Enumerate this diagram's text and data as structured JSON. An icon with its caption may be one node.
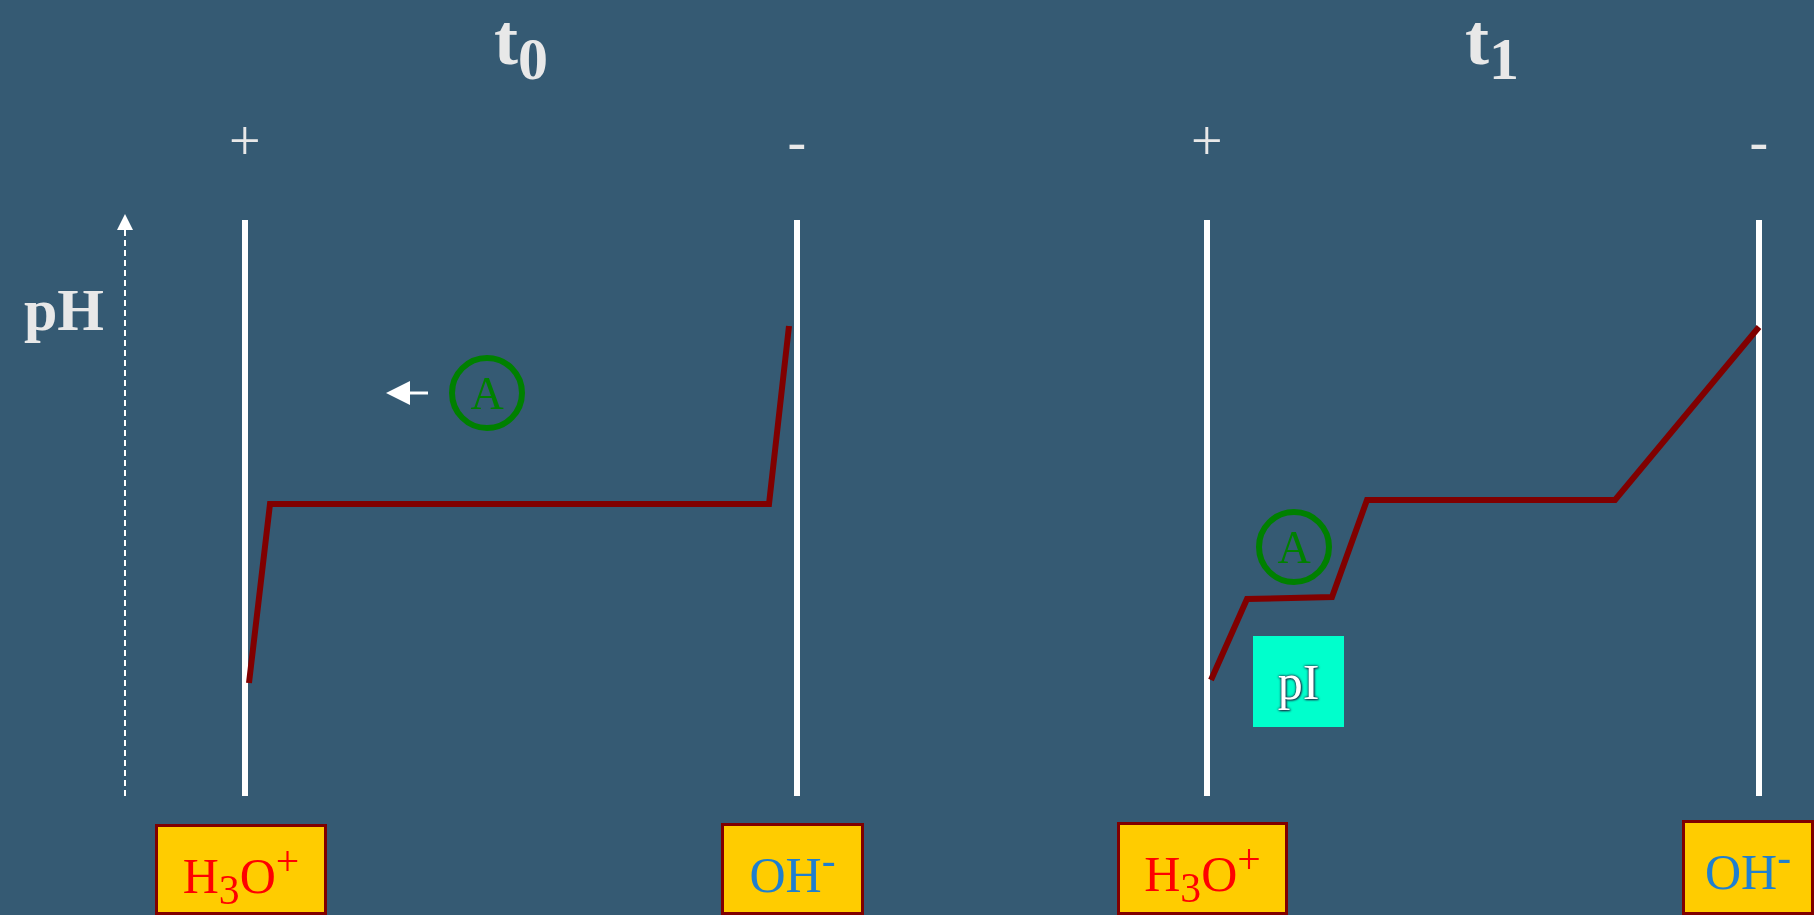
{
  "diagram": {
    "nodes": [
      {
        "text": [
          "A"
        ]
      },
      {
        "text": [
          "A"
        ]
      },
      {
        "text": [
          "pI"
        ]
      },
      {
        "text": [
          "H$_{3}$O$^{+}$"
        ]
      },
      {
        "text": [
          "OH$^{-}$"
        ]
      },
      {
        "text": [
          "H$_{3}$O$^{+}$"
        ]
      },
      {
        "text": [
          "OH$^{-}$"
        ]
      }
    ],
    "edges": [],
    "labels": [
      "t$_{0}$",
      "t$_{1}$",
      "+",
      "-",
      "+",
      "-",
      "pH"
    ]
  }
}
